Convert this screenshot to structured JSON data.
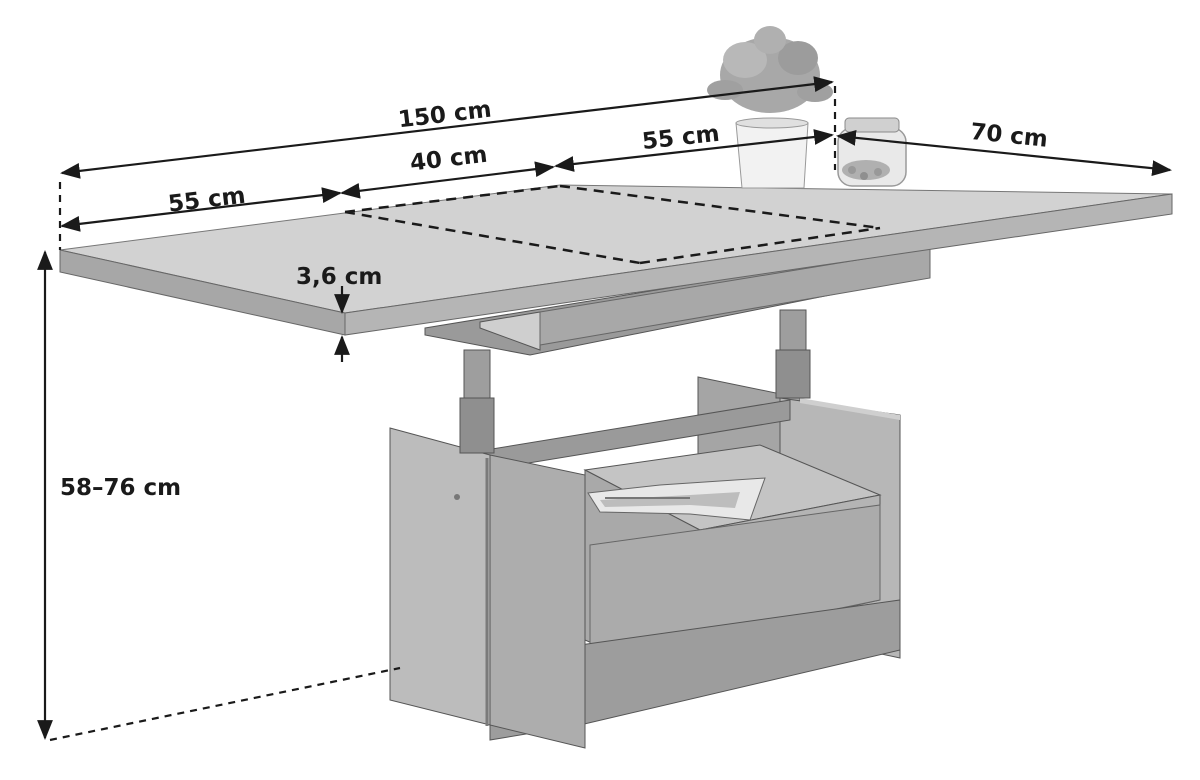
{
  "dimensions": {
    "total_length": "150 cm",
    "left_leaf": "55 cm",
    "middle_extension": "40 cm",
    "right_section": "55 cm",
    "depth": "70 cm",
    "top_thickness": "3,6 cm",
    "height_range": "58–76 cm"
  },
  "colors": {
    "outline": "#1a1a1a",
    "wood_top": "#d2d2d2",
    "wood_edge": "#a7a7a7",
    "wood_side": "#b3b3b3",
    "wood_dark": "#8e8e8e",
    "metal": "#9c9c9c",
    "plant_leaves": "#a8a8a8",
    "pot": "#f2f2f2"
  }
}
